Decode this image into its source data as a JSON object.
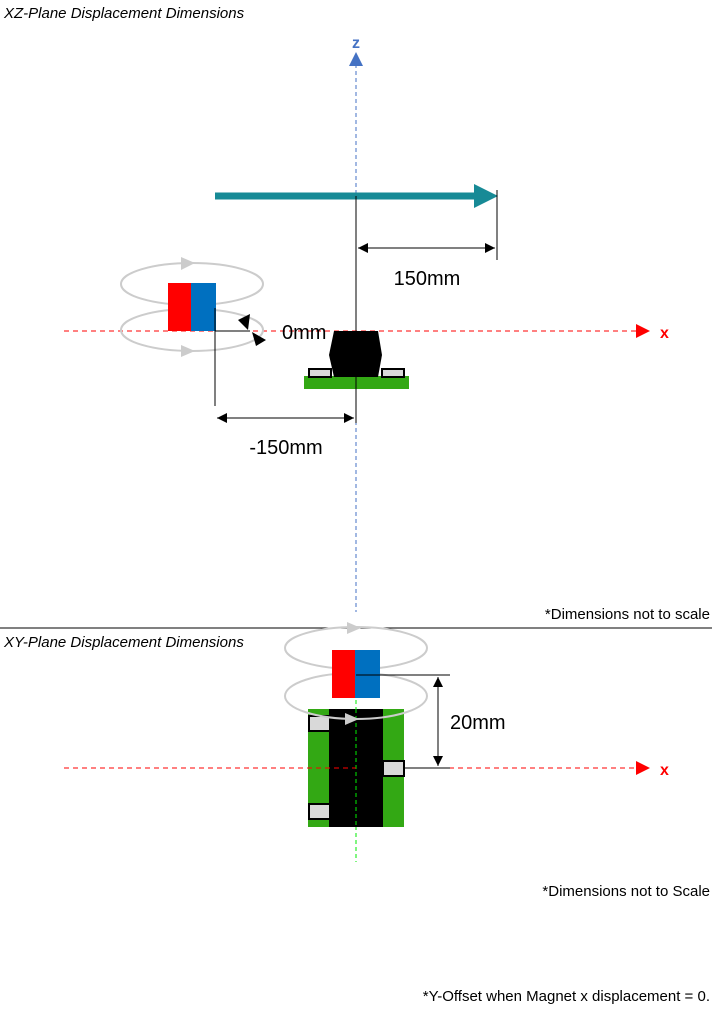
{
  "xz_panel": {
    "title": "XZ-Plane Displacement Dimensions",
    "z_axis_label": "z",
    "x_axis_label": "x",
    "dim_positive": "150mm",
    "dim_negative": "-150mm",
    "dim_zero": "0mm",
    "note": "*Dimensions not to scale"
  },
  "xy_panel": {
    "title": "XY-Plane Displacement Dimensions",
    "x_axis_label": "x",
    "dim_offset": "20mm",
    "note": "*Dimensions not to Scale"
  },
  "footnote": "*Y-Offset when Magnet x displacement = 0.",
  "colors": {
    "magnet_north": "#ff0000",
    "magnet_south": "#0070c0",
    "pcb_green": "#33a814",
    "sensor_black": "#000000",
    "pad_gray": "#d9d9d9",
    "motion_arrow": "#178a96",
    "x_axis": "#ff0000",
    "z_axis": "#4472c4",
    "y_axis": "#00ee00",
    "rotation_ring": "#cccccc"
  }
}
